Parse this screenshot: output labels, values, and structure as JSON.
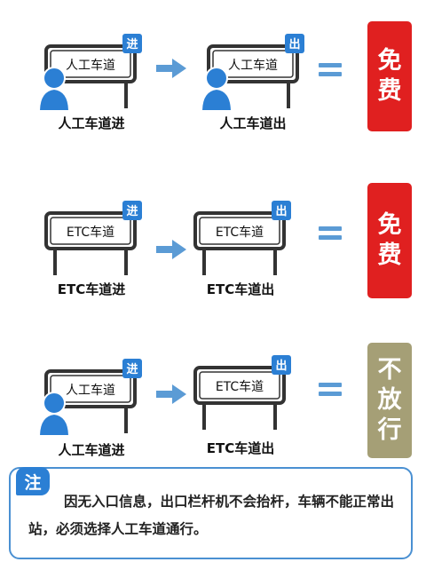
{
  "rows": [
    {
      "entry": {
        "sign_text": "人工车道",
        "badge": "进",
        "person": true,
        "caption": "人工车道进"
      },
      "exit": {
        "sign_text": "人工车道",
        "badge": "出",
        "person": true,
        "caption": "人工车道出"
      },
      "result": {
        "text": "免费",
        "color": "#e02020"
      }
    },
    {
      "entry": {
        "sign_text": "ETC车道",
        "badge": "进",
        "person": false,
        "caption": "ETC车道进"
      },
      "exit": {
        "sign_text": "ETC车道",
        "badge": "出",
        "person": false,
        "caption": "ETC车道出"
      },
      "result": {
        "text": "免费",
        "color": "#e02020"
      }
    },
    {
      "entry": {
        "sign_text": "人工车道",
        "badge": "进",
        "person": true,
        "caption": "人工车道进"
      },
      "exit": {
        "sign_text": "ETC车道",
        "badge": "出",
        "person": false,
        "caption": "ETC车道出"
      },
      "result": {
        "text": "不放行",
        "color": "#a59f76"
      }
    }
  ],
  "note": {
    "badge": "注",
    "text": "因无入口信息，出口栏杆机不会抬杆，车辆不能正常出站，必须选择人工车道通行。"
  },
  "colors": {
    "accent_blue": "#2b7fd4",
    "sign_outline": "#333333",
    "arrow": "#5b9bd5"
  }
}
